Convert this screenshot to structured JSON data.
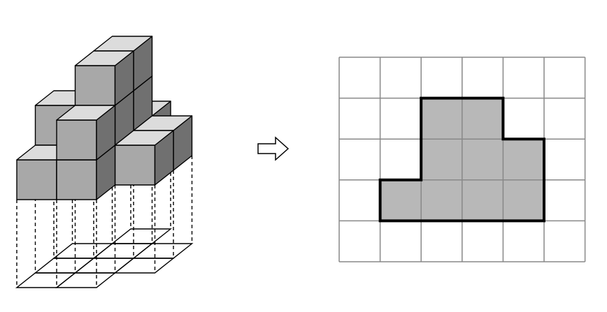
{
  "stack_heights": [
    [
      1,
      2,
      1,
      0
    ],
    [
      2,
      3,
      3,
      1
    ],
    [
      0,
      1,
      1,
      0
    ]
  ],
  "grid": {
    "cols": 6,
    "rows": 5
  },
  "shaded_cells": [
    [
      2,
      1
    ],
    [
      3,
      1
    ],
    [
      2,
      2
    ],
    [
      3,
      2
    ],
    [
      4,
      2
    ],
    [
      1,
      3
    ],
    [
      2,
      3
    ],
    [
      3,
      3
    ],
    [
      4,
      3
    ]
  ],
  "shape_outline": [
    [
      2,
      1
    ],
    [
      4,
      1
    ],
    [
      4,
      2
    ],
    [
      5,
      2
    ],
    [
      5,
      4
    ],
    [
      1,
      4
    ],
    [
      1,
      3
    ],
    [
      2,
      3
    ]
  ],
  "colors": {
    "cube_top": "#dcdcdc",
    "cube_front": "#a8a8a8",
    "cube_side": "#707070",
    "shaded_cell": "#b8b8b8",
    "grid_line": "#888888",
    "outline": "#000000"
  },
  "icons": {
    "arrow": "hollow-right-arrow-icon"
  }
}
